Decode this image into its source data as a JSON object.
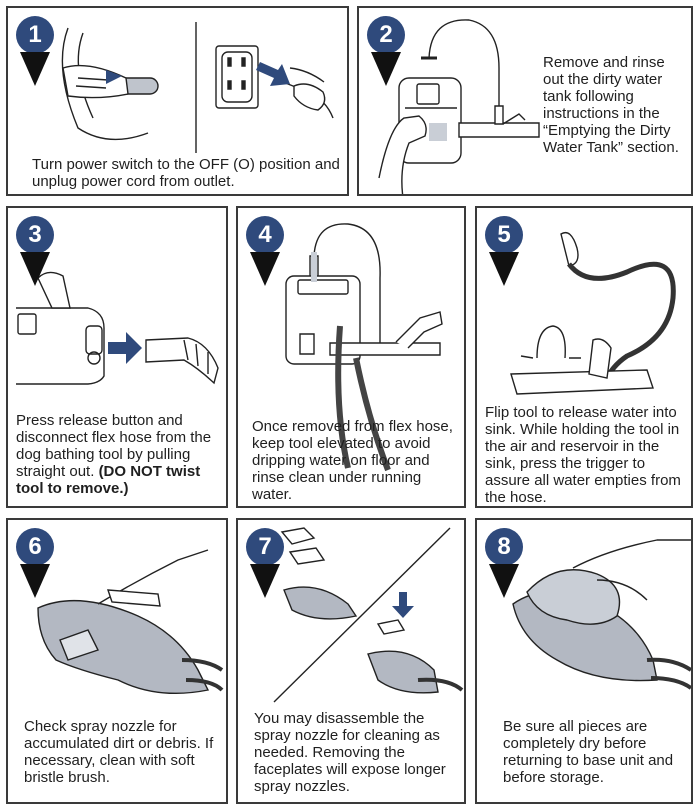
{
  "steps": [
    {
      "num": "1",
      "text": "Turn power switch to the OFF (O) position and unplug power cord from outlet."
    },
    {
      "num": "2",
      "text": "Remove and rinse out the dirty water tank following instructions in the “Emptying the Dirty Water Tank” section."
    },
    {
      "num": "3",
      "text": "Press release button and disconnect flex hose from the dog bathing tool by pulling straight out.",
      "bold": "(DO NOT twist tool to remove.)"
    },
    {
      "num": "4",
      "text": "Once removed from flex hose, keep tool elevated to avoid dripping water on floor and rinse clean under running water."
    },
    {
      "num": "5",
      "text": "Flip tool to release water into sink. While holding the tool in the air and reservoir in the sink, press the trigger to assure all water empties from the hose."
    },
    {
      "num": "6",
      "text": "Check spray nozzle for accumulated dirt or debris. If necessary, clean with soft bristle brush."
    },
    {
      "num": "7",
      "text": "You may disassemble the spray nozzle for cleaning as needed. Removing the faceplates will expose longer spray nozzles."
    },
    {
      "num": "8",
      "text": "Be sure all pieces are completely dry before returning to base unit and before storage."
    }
  ]
}
